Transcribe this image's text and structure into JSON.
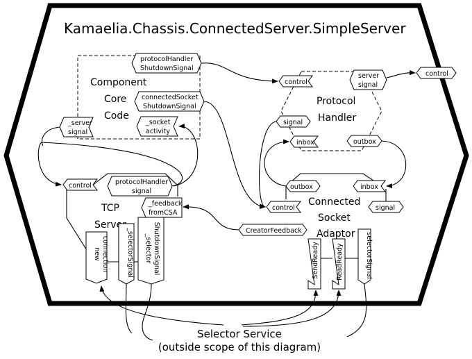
{
  "title": "Kamaelia.Chassis.ConnectedServer.SimpleServer",
  "core_box": {
    "label_lines": [
      "Component",
      "Core",
      "Code"
    ],
    "protocol_shutdown": [
      "protocolHandler",
      "ShutdownSignal"
    ],
    "connected_shutdown": [
      "connectedSocket",
      "ShutdownSignal"
    ],
    "server_signal": [
      "_server",
      "signal"
    ],
    "socket_activity": [
      "_socket",
      "activity"
    ]
  },
  "protocol_handler": {
    "label_lines": [
      "Protocol",
      "Handler"
    ],
    "control": "control",
    "server_signal": [
      "server",
      "signal"
    ],
    "signal": "signal",
    "inbox": "inbox",
    "outbox": "outbox"
  },
  "outer_control": "control",
  "tcp_server": {
    "label_lines": [
      "TCP",
      "Server"
    ],
    "control": "control",
    "protocol_handler_signal": [
      "protocolHandler",
      "signal"
    ],
    "feedback": [
      "_feedback",
      "fromCSA"
    ],
    "new_connection": [
      "new",
      "connection"
    ],
    "selector_signal": "_selectorSignal",
    "selector_shutdown": [
      "_selector",
      "ShutdownSignal"
    ]
  },
  "csa": {
    "label_lines": [
      "Connected",
      "Socket",
      "Adaptor"
    ],
    "outbox": "outbox",
    "inbox": "inbox",
    "control": "control",
    "signal": "signal",
    "creator_feedback": "CreatorFeedback",
    "send_ready": "SendReady",
    "read_ready": "ReadReady",
    "selector_signal": "selectorSignal"
  },
  "selector_service": {
    "line1": "Selector Service",
    "line2": "(outside scope of this diagram)"
  }
}
